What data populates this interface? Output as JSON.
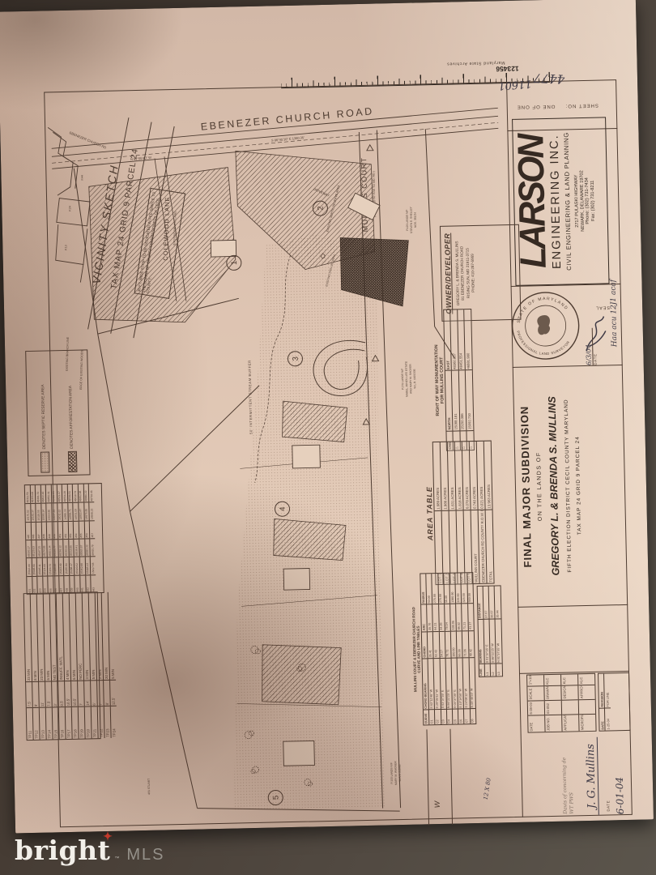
{
  "watermark": {
    "brand": "bright",
    "star": "✦",
    "tm": "™",
    "suffix": "MLS",
    "accent_red": "#c2392a",
    "bar_gray": "#5b554c"
  },
  "archive": {
    "stamp": "Maryland State Archives",
    "ruler_numbers": [
      "1",
      "2",
      "3",
      "4",
      "5",
      "6"
    ]
  },
  "sheet": {
    "label": "SHEET NO:",
    "value": "ONE OF ONE"
  },
  "firm": {
    "name": "LARSON",
    "line1": "ENGINEERING INC.",
    "line2": "CIVIL ENGINEERING & LAND PLANNING",
    "addr1": "2717 PULASKI HIGHWAY",
    "addr2": "NEWARK, DELAWARE 19702",
    "addr3": "Phone: (302) 731-7434",
    "addr4": "Fax: (302) 731-8211"
  },
  "seal": {
    "ring_top": "STATE OF MARYLAND",
    "ring_bottom": "PROFESSIONAL LAND SURVEYOR",
    "seal_label": "SEAL",
    "date_label": "DATE",
    "date_value": "6/3/04"
  },
  "title_block": {
    "line1": "FINAL MAJOR SUBDIVISION",
    "line2": "ON THE LANDS OF",
    "line3": "GREGORY L. & BRENDA S. MULLINS",
    "line4": "FIFTH ELECTION DISTRICT   CECIL COUNTY   MARYLAND",
    "line5": "TAX MAP 24    GRID 9    PARCEL 24"
  },
  "info_grid": {
    "rows": [
      [
        "DATE",
        "6-28-03",
        "SCALE",
        "1\"=100'"
      ],
      [
        "JOB NO.",
        "01-052",
        "DRAWN BY",
        "KLC"
      ],
      [
        "APPLICATION NO.",
        "",
        "DESIGNED BY",
        "KLC"
      ],
      [
        "MICROFILM NO.",
        "",
        "APPROVED BY",
        "KLC"
      ]
    ]
  },
  "revision": {
    "rows": [
      [
        "DATE",
        "REVISION"
      ],
      [
        "1-25-04",
        "FOR LINE"
      ]
    ]
  },
  "signature": {
    "name": "J. G. Mullins",
    "date_label": "DATE",
    "date_value": "6-01-04",
    "note1": "Davis of concerning de",
    "note2": "WT PWS"
  },
  "handwriting": {
    "top1": "4477",
    "top2": "11601",
    "edge": "Haa acu 12J1 acaf"
  },
  "owner": {
    "title": "OWNER/DEVELOPER",
    "line1": "GREGORY L. & BRENDA S. MULLINS",
    "line2": "81 EBENEZER CHURCH ROAD",
    "line3": "RISING SUN, MD  21911-3715",
    "line4": "PHONE: 410-287-6969"
  },
  "row_table": {
    "title1": "RIGHT OF WAY MONUMENTATION",
    "title2": "FOR MULLINS COURT",
    "rows": [
      [
        "CMS",
        "NORTH",
        "EAST"
      ],
      [
        "△",
        "15088.181",
        "48360.337"
      ],
      [
        "△",
        "15150.386",
        "48451.554"
      ],
      [
        "△",
        "15092.730",
        "46881.980"
      ]
    ]
  },
  "area_table": {
    "title": "AREA  TABLE",
    "rows": [
      [
        "LOT 1",
        "1.689 ACRES"
      ],
      [
        "LOT 2",
        "1.986 ACRES"
      ],
      [
        "LOT 3",
        "1.631 ACRES"
      ],
      [
        "LOT 4",
        "1.818 ACRES"
      ],
      [
        "LOT 5",
        "6.078 ACRES"
      ],
      [
        "MULLINS COURT",
        "0.740 ACRES"
      ],
      [
        "EBENEZER CHURCH RD COUNTY R.O.W. DEDICATION",
        "0.021 ACRES"
      ],
      [
        "TOTAL",
        "13.963 ACRES"
      ]
    ]
  },
  "curve_tables": {
    "title1": "MULLINS COURT & EBENEZER CHURCH ROAD",
    "title2": "CURVE AND LINE TABLES",
    "curve_rows": [
      [
        "CURVE",
        "CHORD BEARING",
        "CHORD",
        "ARC",
        "RADIUS"
      ],
      [
        "C1",
        "S 63°12'48\" W",
        "35.41",
        "35.70",
        "50.00"
      ],
      [
        "C2",
        "S 29°05'11\" W",
        "63.43",
        "64.21",
        "275.00"
      ],
      [
        "C3",
        "S 03°37'35\" E",
        "54.17",
        "54.26",
        "275.00"
      ],
      [
        "C4",
        "N 86°22'25\" E",
        "70.71",
        "78.54",
        "50.00"
      ],
      [
        "C5",
        "S 03°37'35\" E",
        "100.00",
        "100.06",
        "1380.90"
      ],
      [
        "C6",
        "S 10°14'50\" W",
        "86.38",
        "86.52",
        "325.00"
      ],
      [
        "C7",
        "S 24°08'12\" W",
        "71.06",
        "71.21",
        "325.00"
      ],
      [
        "C8",
        "N 59°48'33\" W",
        "40.42",
        "41.17",
        "560.00"
      ]
    ],
    "line_rows": [
      [
        "LINE",
        "BEARING",
        "DISTANCE"
      ],
      [
        "L1",
        "S 01°37'35\" E",
        "37.07"
      ],
      [
        "L2",
        "S 88°22'25\" W",
        "50.67"
      ],
      [
        "L3",
        "N 01°37'35\" W",
        "35.44"
      ]
    ]
  },
  "tp_table": {
    "rows": [
      [
        "TP11",
        "7.5'",
        "23 MIN"
      ],
      [
        "TP12",
        "9'",
        "8 MIN"
      ],
      [
        "TP13",
        "11'",
        "23 MIN"
      ],
      [
        "TP14",
        "7.5'",
        "6 MIN"
      ],
      [
        "TP15",
        "3'",
        "NO TEST"
      ],
      [
        "TP16",
        "8.5'",
        "INSUFF. MATL"
      ],
      [
        "TP17",
        "10.5'",
        "4 MIN"
      ],
      [
        "TP18",
        "10.5'",
        "6 MIN"
      ],
      [
        "TP19",
        "7'",
        "NO PERC"
      ],
      [
        "TP20",
        "14'",
        "3 MIN"
      ],
      [
        "TP21",
        "6'",
        "5 MIN"
      ],
      [
        "TP22",
        "7'",
        "2 MIN"
      ],
      [
        "TP23",
        "8'",
        "20 MIN"
      ],
      [
        "TP24",
        "12.5'",
        "5 MIN"
      ]
    ]
  },
  "coord_table": {
    "rows": [
      [
        "431",
        "15012.44",
        "48093.17",
        "445",
        "15170.02",
        "48311.56"
      ],
      [
        "432",
        "15048.90",
        "48120.63",
        "446",
        "15142.37",
        "48355.08"
      ],
      [
        "433",
        "15085.11",
        "48147.25",
        "447",
        "15118.55",
        "48391.72"
      ],
      [
        "434",
        "15121.06",
        "48174.88",
        "448",
        "15090.14",
        "48422.19"
      ],
      [
        "435",
        "15156.72",
        "48201.34",
        "449",
        "15064.80",
        "48456.41"
      ],
      [
        "436",
        "15190.25",
        "48228.77",
        "450",
        "15037.26",
        "48489.93"
      ],
      [
        "437",
        "15223.49",
        "48256.12",
        "451",
        "15011.62",
        "48521.07"
      ],
      [
        "438",
        "15255.84",
        "48283.66",
        "452",
        "14985.33",
        "48554.28"
      ],
      [
        "439",
        "15288.17",
        "48310.95",
        "453",
        "14958.71",
        "48586.50"
      ],
      [
        "440",
        "15320.52",
        "48338.41",
        "454",
        "14931.09",
        "48619.74"
      ],
      [
        "441",
        "15352.88",
        "48365.87",
        "455",
        "14903.47",
        "48652.98"
      ],
      [
        "442",
        "15385.23",
        "48393.33",
        "456",
        "14875.85",
        "48686.22"
      ],
      [
        "443",
        "15417.58",
        "48420.79",
        "457",
        "14848.23",
        "48719.46"
      ]
    ]
  },
  "legend": {
    "item1": "DENOTES SEPTIC RESERVE AREA",
    "item2": "DENOTES AFFORESTATION AREA"
  },
  "vicinity": {
    "title": "VICINITY SKETCH",
    "subtitle": "TAX MAP 24    GRID 9    PARCEL 24",
    "road": "EBENEZER CHURCH RD",
    "p1": "P.24",
    "p2": "P.44",
    "p3": "P.13",
    "note": "30 FT. WIDE STRIP TO BE DEDICATED IN FEE SIMPLE TO THE BOARD OF COUNTY COMMISSIONERS OF CECIL COUNTY."
  },
  "drawing": {
    "road_top": "EBENEZER CHURCH ROAD",
    "dim1": "S 86°45'10\" E    1360.35'",
    "dim2": "N 62°05'40\" W",
    "colewood1": "COLEWOOD LANE",
    "colewood2": "(EXISTING PRIVATE LANE)",
    "mullins1": "MULLINS COURT",
    "mullins2": "(PROPOSED 50' R/W TO MD. RD.)",
    "stream_buffer": "50' INTERMITTENT STREAM BUFFER",
    "woods": "EDGE OF EXISTING WOODS",
    "branch": "EXISTING BRANCH LINE",
    "septic": "EXISTING SEPTIC RESERVE AREA",
    "driveway": "DRIVEWAY",
    "well": "EXISTING DRILLED WELL",
    "adj1a": "P.129  LANDS N/F",
    "adj1b": "STEVEN E. SHELLEY",
    "adj1c": "NOS. 381/24",
    "adj2a": "P.179  LANDS N/F",
    "adj2b": "MABEL JONES LIFE ESTATE",
    "adj2c": "AND MARY M. SHOVER",
    "adj2d": "W.L.B. 1160/335",
    "adj3a": "P.133  LANDS N/F",
    "adj3b": "MARY M. WAGNER",
    "adj3c": "W.A.S. 215/63",
    "stuart": "403 STUART",
    "w_label": "W",
    "size_note": "12 X 80",
    "lot1": "1",
    "lot2": "2",
    "lot3": "3",
    "lot4": "4",
    "lot5": "5"
  }
}
